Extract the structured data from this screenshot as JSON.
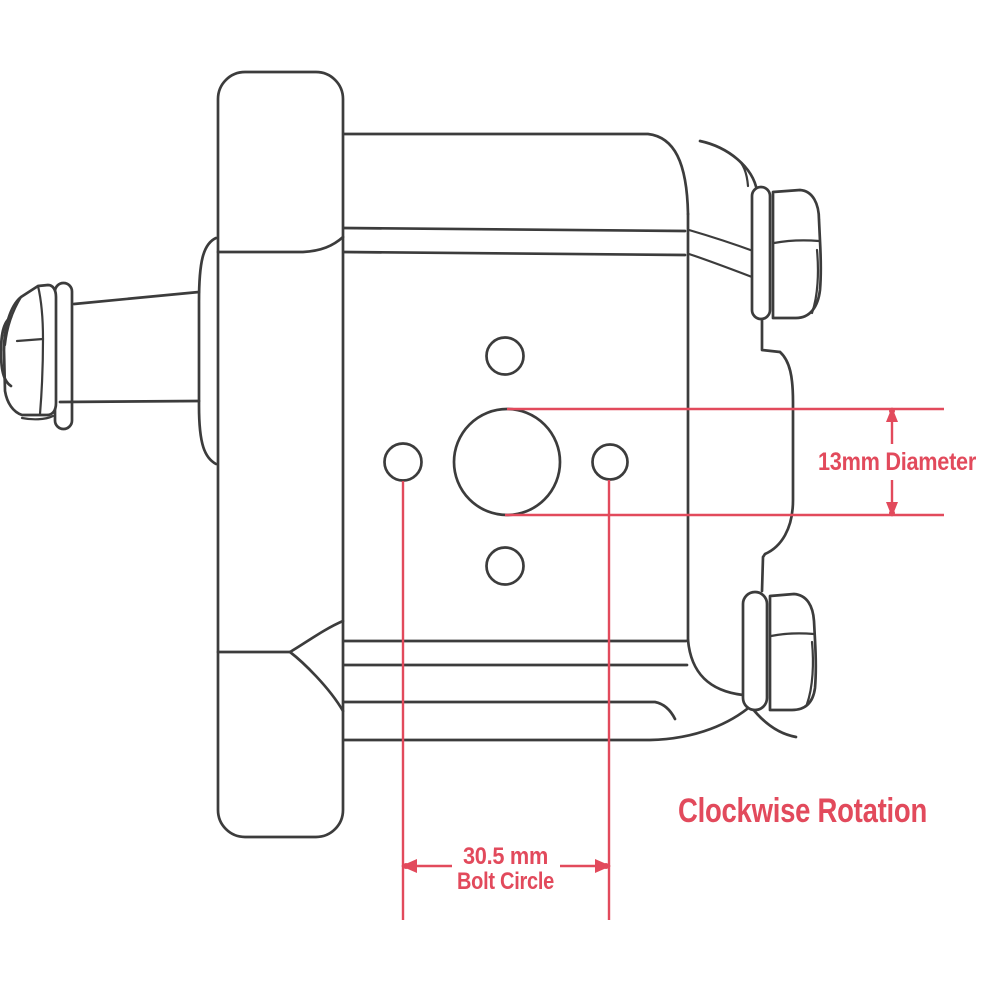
{
  "colors": {
    "ink": "#3c3c3c",
    "annotation": "#e24a5c",
    "background": "#ffffff"
  },
  "annotations": {
    "diameter_label": "13mm Diameter",
    "bolt_circle_value": "30.5 mm",
    "bolt_circle_caption": "Bolt Circle",
    "rotation_label": "Clockwise Rotation"
  }
}
